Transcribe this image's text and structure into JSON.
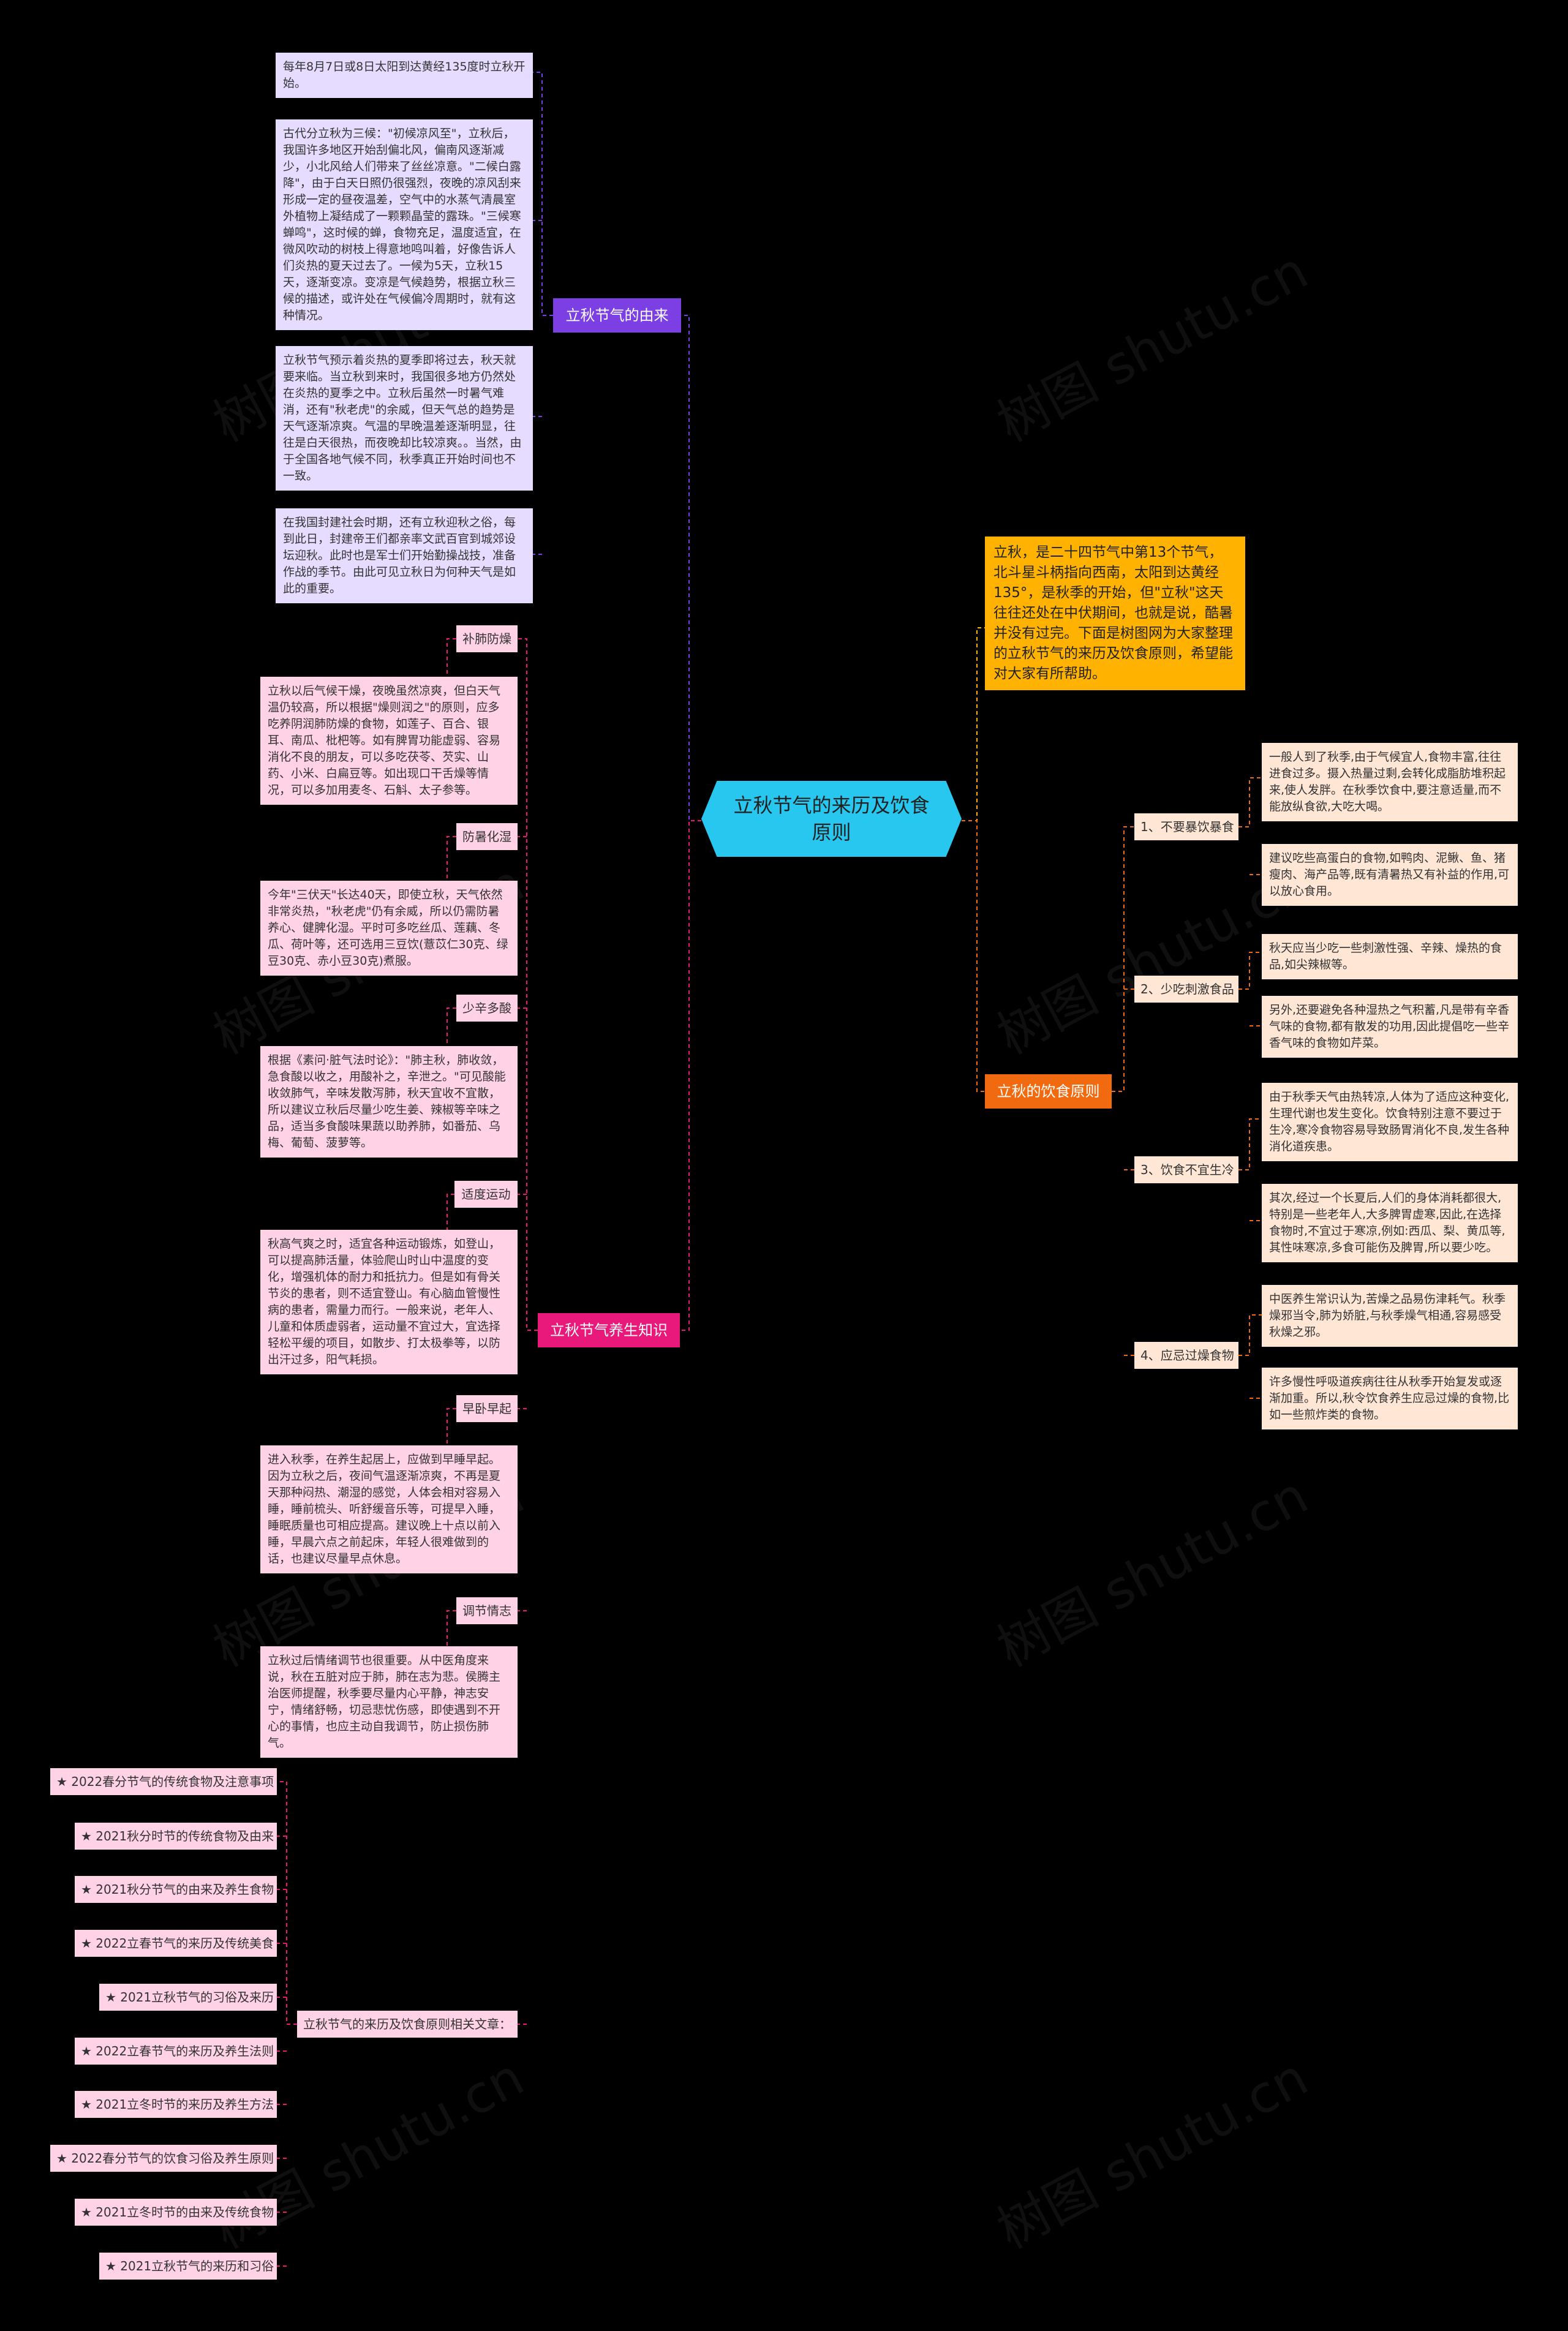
{
  "center": "立秋节气的来历及饮食原则",
  "intro": "立秋，是二十四节气中第13个节气，北斗星斗柄指向西南，太阳到达黄经135°，是秋季的开始，但\"立秋\"这天往往还处在中伏期间，也就是说，酷暑并没有过完。下面是树图网为大家整理的立秋节气的来历及饮食原则，希望能对大家有所帮助。",
  "branches": {
    "origin": {
      "label": "立秋节气的由来",
      "color": "#7b3fe4",
      "items": [
        "每年8月7日或8日太阳到达黄经135度时立秋开始。",
        "古代分立秋为三候：\"初候凉风至\"，立秋后，我国许多地区开始刮偏北风，偏南风逐渐减少，小北风给人们带来了丝丝凉意。\"二候白露降\"，由于白天日照仍很强烈，夜晚的凉风刮来形成一定的昼夜温差，空气中的水蒸气清晨室外植物上凝结成了一颗颗晶莹的露珠。\"三候寒蝉鸣\"，这时候的蝉，食物充足，温度适宜，在微风吹动的树枝上得意地鸣叫着，好像告诉人们炎热的夏天过去了。一候为5天，立秋15天，逐渐变凉。变凉是气候趋势，根据立秋三候的描述，或许处在气候偏冷周期时，就有这种情况。",
        "立秋节气预示着炎热的夏季即将过去，秋天就要来临。当立秋到来时，我国很多地方仍然处在炎热的夏季之中。立秋后虽然一时暑气难消，还有\"秋老虎\"的余威，但天气总的趋势是天气逐渐凉爽。气温的早晚温差逐渐明显，往往是白天很热，而夜晚却比较凉爽。。当然，由于全国各地气候不同，秋季真正开始时间也不一致。",
        "在我国封建社会时期，还有立秋迎秋之俗，每到此日，封建帝王们都亲率文武百官到城郊设坛迎秋。此时也是军士们开始勤操战技，准备作战的季节。由此可见立秋日为何种天气是如此的重要。"
      ]
    },
    "health": {
      "label": "立秋节气养生知识",
      "color": "#e8197a",
      "groups": [
        {
          "title": "补肺防燥",
          "text": "立秋以后气候干燥，夜晚虽然凉爽，但白天气温仍较高，所以根据\"燥则润之\"的原则，应多吃养阴润肺防燥的食物，如莲子、百合、银耳、南瓜、枇杷等。如有脾胃功能虚弱、容易消化不良的朋友，可以多吃茯苓、芡实、山药、小米、白扁豆等。如出现口干舌燥等情况，可以多加用麦冬、石斛、太子参等。"
        },
        {
          "title": "防暑化湿",
          "text": "今年\"三伏天\"长达40天，即使立秋，天气依然非常炎热，\"秋老虎\"仍有余威，所以仍需防暑养心、健脾化湿。平时可多吃丝瓜、莲藕、冬瓜、荷叶等，还可选用三豆饮(薏苡仁30克、绿豆30克、赤小豆30克)煮服。"
        },
        {
          "title": "少辛多酸",
          "text": "根据《素问·脏气法时论》：\"肺主秋，肺收敛，急食酸以收之，用酸补之，辛泄之。\"可见酸能收敛肺气，辛味发散泻肺，秋天宜收不宜散，所以建议立秋后尽量少吃生姜、辣椒等辛味之品，适当多食酸味果蔬以助养肺，如番茄、乌梅、葡萄、菠萝等。"
        },
        {
          "title": "适度运动",
          "text": "秋高气爽之时，适宜各种运动锻炼，如登山，可以提高肺活量，体验爬山时山中温度的变化，增强机体的耐力和抵抗力。但是如有骨关节炎的患者，则不适宜登山。有心脑血管慢性病的患者，需量力而行。一般来说，老年人、儿童和体质虚弱者，运动量不宜过大，宜选择轻松平缓的项目，如散步、打太极拳等，以防出汗过多，阳气耗损。"
        },
        {
          "title": "早卧早起",
          "text": "进入秋季，在养生起居上，应做到早睡早起。因为立秋之后，夜间气温逐渐凉爽，不再是夏天那种闷热、潮湿的感觉，人体会相对容易入睡，睡前梳头、听舒缓音乐等，可提早入睡，睡眠质量也可相应提高。建议晚上十点以前入睡，早晨六点之前起床，年轻人很难做到的话，也建议尽量早点休息。"
        },
        {
          "title": "调节情志",
          "text": "立秋过后情绪调节也很重要。从中医角度来说，秋在五脏对应于肺，肺在志为悲。侯腾主治医师提醒，秋季要尽量内心平静，神志安宁，情绪舒畅，切忌悲忧伤感，即使遇到不开心的事情，也应主动自我调节，防止损伤肺气。"
        }
      ],
      "related_title": "立秋节气的来历及饮食原则相关文章：",
      "related": [
        "★ 2022春分节气的传统食物及注意事项",
        "★ 2021秋分时节的传统食物及由来",
        "★ 2021秋分节气的由来及养生食物",
        "★ 2022立春节气的来历及传统美食",
        "★ 2021立秋节气的习俗及来历",
        "★ 2022立春节气的来历及养生法则",
        "★ 2021立冬时节的来历及养生方法",
        "★ 2022春分节气的饮食习俗及养生原则",
        "★ 2021立冬时节的由来及传统食物",
        "★ 2021立秋节气的来历和习俗"
      ]
    },
    "diet": {
      "label": "立秋的饮食原则",
      "color": "#f26a0f",
      "groups": [
        {
          "title": "1、不要暴饮暴食",
          "items": [
            "一般人到了秋季,由于气候宜人,食物丰富,往往进食过多。摄入热量过剩,会转化成脂肪堆积起来,使人发胖。在秋季饮食中,要注意适量,而不能放纵食欲,大吃大喝。",
            "建议吃些高蛋白的食物,如鸭肉、泥鳅、鱼、猪瘦肉、海产品等,既有清暑热又有补益的作用,可以放心食用。"
          ]
        },
        {
          "title": "2、少吃刺激食品",
          "items": [
            "秋天应当少吃一些刺激性强、辛辣、燥热的食品,如尖辣椒等。",
            "另外,还要避免各种湿热之气积蓄,凡是带有辛香气味的食物,都有散发的功用,因此提倡吃一些辛香气味的食物如芹菜。"
          ]
        },
        {
          "title": "3、饮食不宜生冷",
          "items": [
            "由于秋季天气由热转凉,人体为了适应这种变化,生理代谢也发生变化。饮食特别注意不要过于生冷,寒冷食物容易导致肠胃消化不良,发生各种消化道疾患。",
            "其次,经过一个长夏后,人们的身体消耗都很大,特别是一些老年人,大多脾胃虚寒,因此,在选择食物时,不宜过于寒凉,例如:西瓜、梨、黄瓜等,其性味寒凉,多食可能伤及脾胃,所以要少吃。"
          ]
        },
        {
          "title": "4、应忌过燥食物",
          "items": [
            "中医养生常识认为,苦燥之品易伤津耗气。秋季燥邪当令,肺为娇脏,与秋季燥气相通,容易感受秋燥之邪。",
            "许多慢性呼吸道疾病往往从秋季开始复发或逐渐加重。所以,秋令饮食养生应忌过燥的食物,比如一些煎炸类的食物。"
          ]
        }
      ]
    }
  },
  "watermark": "树图 shutu.cn"
}
